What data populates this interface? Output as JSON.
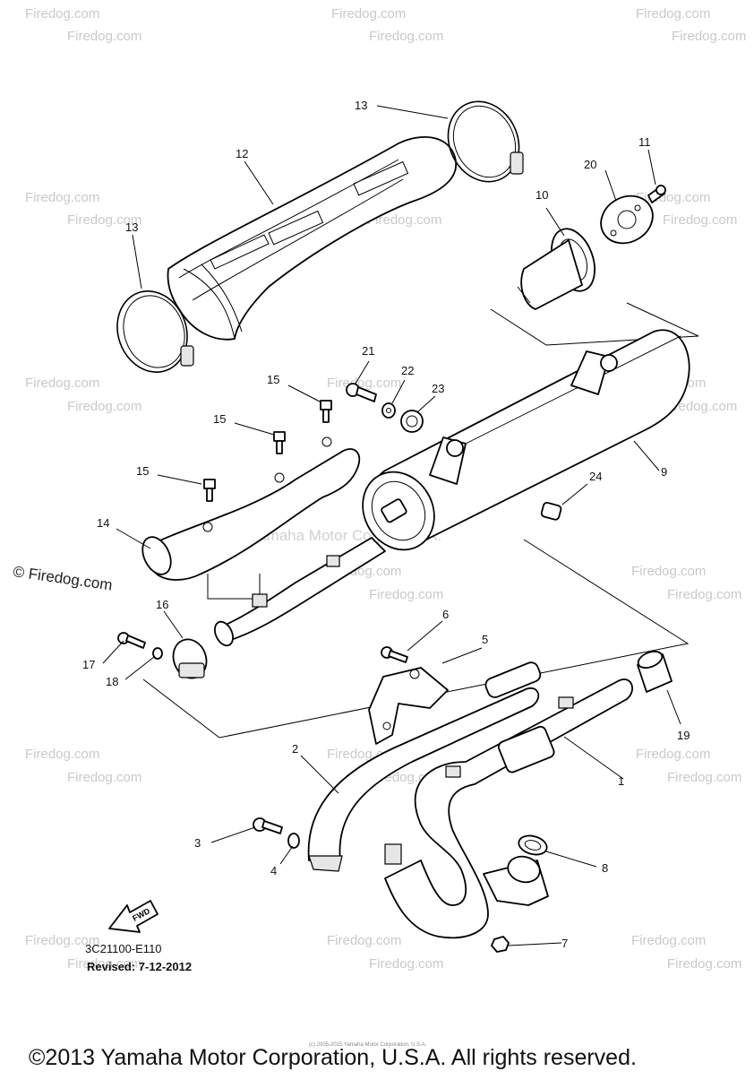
{
  "diagram": {
    "part_callouts": [
      "1",
      "2",
      "3",
      "4",
      "5",
      "6",
      "7",
      "8",
      "9",
      "10",
      "11",
      "12",
      "13",
      "13",
      "14",
      "15",
      "15",
      "15",
      "16",
      "17",
      "18",
      "19",
      "20",
      "21",
      "22",
      "23",
      "24"
    ],
    "center_watermark": "Yamaha Motor Corp., U.S.A.",
    "side_watermark": "© Firedog.com",
    "tile_watermark": "Firedog.com",
    "fwd_label": "FWD",
    "diagram_code": "3C21100-E110",
    "revised": "Revised: 7-12-2012",
    "tiny_notice": "(c) 2005-2015 Yamaha Motor Corporation, U.S.A.",
    "copyright": "©2013 Yamaha Motor Corporation, U.S.A. All rights reserved."
  }
}
